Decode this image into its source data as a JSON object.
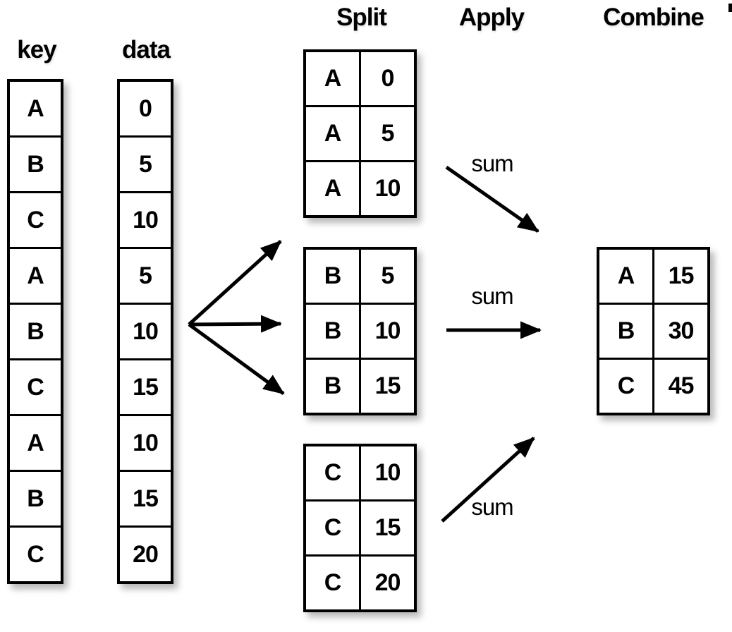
{
  "headers": {
    "key": "key",
    "data": "data",
    "split": "Split",
    "apply": "Apply",
    "combine": "Combine"
  },
  "source_table": {
    "key": [
      "A",
      "B",
      "C",
      "A",
      "B",
      "C",
      "A",
      "B",
      "C"
    ],
    "data": [
      "0",
      "5",
      "10",
      "5",
      "10",
      "15",
      "10",
      "15",
      "20"
    ]
  },
  "split_groups": [
    {
      "rows": [
        [
          "A",
          "0"
        ],
        [
          "A",
          "5"
        ],
        [
          "A",
          "10"
        ]
      ]
    },
    {
      "rows": [
        [
          "B",
          "5"
        ],
        [
          "B",
          "10"
        ],
        [
          "B",
          "15"
        ]
      ]
    },
    {
      "rows": [
        [
          "C",
          "10"
        ],
        [
          "C",
          "15"
        ],
        [
          "C",
          "20"
        ]
      ]
    }
  ],
  "apply": {
    "operation_labels": [
      "sum",
      "sum",
      "sum"
    ]
  },
  "combine_table": {
    "rows": [
      [
        "A",
        "15"
      ],
      [
        "B",
        "30"
      ],
      [
        "C",
        "45"
      ]
    ]
  },
  "colors": {
    "ink": "#000000",
    "background": "#ffffff"
  }
}
